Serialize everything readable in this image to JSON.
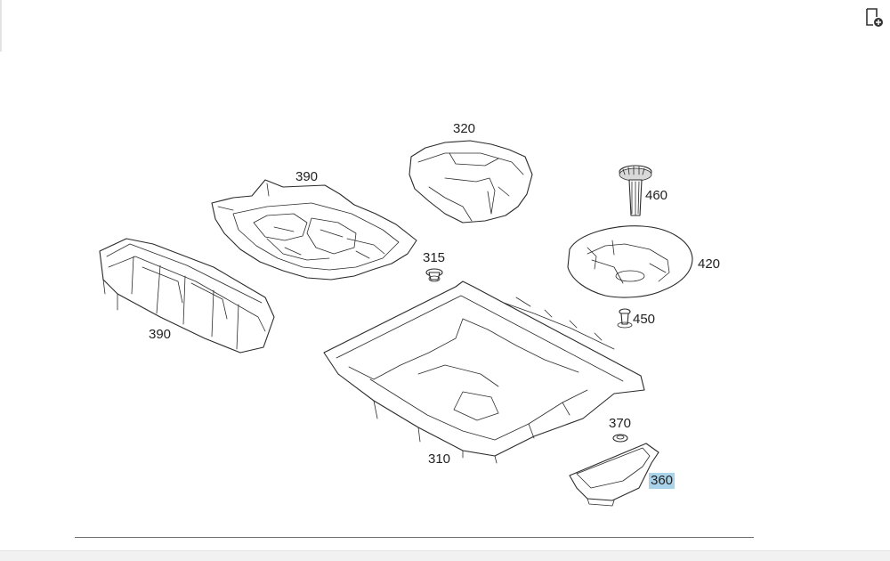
{
  "diagram": {
    "callouts": [
      {
        "id": "c320",
        "label": "320",
        "highlight": false
      },
      {
        "id": "c390a",
        "label": "390",
        "highlight": false
      },
      {
        "id": "c460",
        "label": "460",
        "highlight": false
      },
      {
        "id": "c420",
        "label": "420",
        "highlight": false
      },
      {
        "id": "c315",
        "label": "315",
        "highlight": false
      },
      {
        "id": "c390b",
        "label": "390",
        "highlight": false
      },
      {
        "id": "c450",
        "label": "450",
        "highlight": false
      },
      {
        "id": "c370",
        "label": "370",
        "highlight": false
      },
      {
        "id": "c310",
        "label": "310",
        "highlight": false
      },
      {
        "id": "c360",
        "label": "360",
        "highlight": true
      }
    ]
  },
  "toolbar": {
    "icon": "add-to-document-icon"
  },
  "colors": {
    "highlight": "#a9d3ea",
    "line": "#2b2b2b"
  }
}
